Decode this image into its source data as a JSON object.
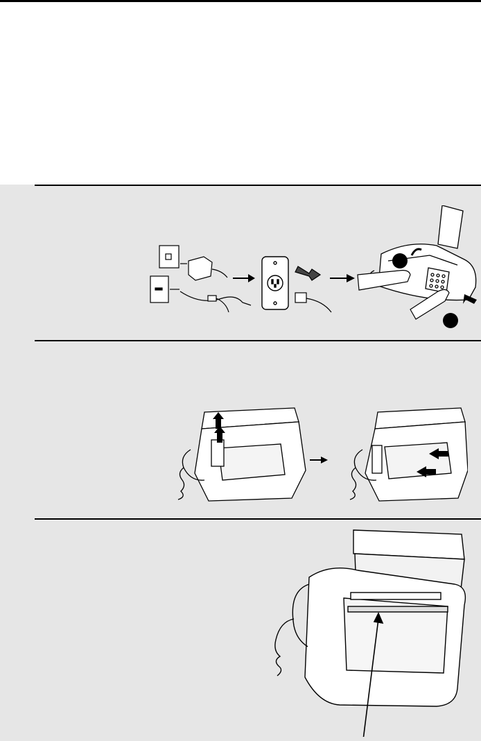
{
  "page": {
    "background": "#ffffff",
    "panel_color": "#e6e6e6"
  },
  "steps": [
    {
      "id": "step-1",
      "illustration": "unplug-fax-and-open-cover"
    },
    {
      "id": "step-2",
      "illustration": "lift-and-remove-print-head-roll"
    },
    {
      "id": "step-3",
      "illustration": "fax-interior-print-head"
    }
  ],
  "icons": [
    "arrow-icon",
    "arrow-icon"
  ]
}
